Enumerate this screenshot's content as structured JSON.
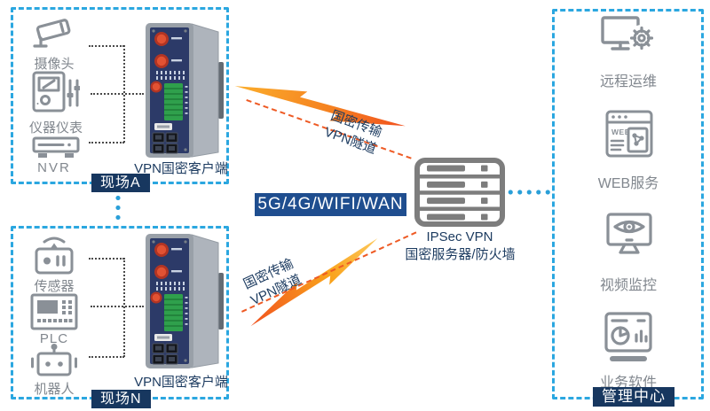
{
  "colors": {
    "box_border_blue": "#2BA7E0",
    "chip_navy": "#17375F",
    "wan_navy": "#1F4E8F",
    "text_navy": "#1B3A5F",
    "icon_gray": "#8A9097",
    "label_gray": "#81878E",
    "bolt_orange_light": "#FBAE2C",
    "bolt_orange_deep": "#F1511F",
    "tunnel_dash_orange": "#EE5A24",
    "link_dot_blue": "#2A9FD8",
    "server_gray": "#7D7D7D"
  },
  "site_a": {
    "label": "现场A",
    "router_label": "VPN国密客户端",
    "devices": [
      {
        "name": "摄像头"
      },
      {
        "name": "仪器仪表"
      },
      {
        "name": "NVR"
      }
    ]
  },
  "site_n": {
    "label": "现场N",
    "router_label": "VPN国密客户端",
    "devices": [
      {
        "name": "传感器"
      },
      {
        "name": "PLC"
      },
      {
        "name": "机器人"
      }
    ]
  },
  "network": {
    "wan_label": "5G/4G/WIFI/WAN",
    "tunnel_top": {
      "line1": "国密传输",
      "line2": "VPN隧道"
    },
    "tunnel_bottom": {
      "line1": "国密传输",
      "line2": "VPN隧道"
    },
    "server_title": "IPSec VPN",
    "server_subtitle": "国密服务器/防火墙"
  },
  "management": {
    "label": "管理中心",
    "web_icon_text": "WEB",
    "services": [
      {
        "name": "远程运维"
      },
      {
        "name": "WEB服务"
      },
      {
        "name": "视频监控"
      },
      {
        "name": "业务软件"
      }
    ]
  }
}
